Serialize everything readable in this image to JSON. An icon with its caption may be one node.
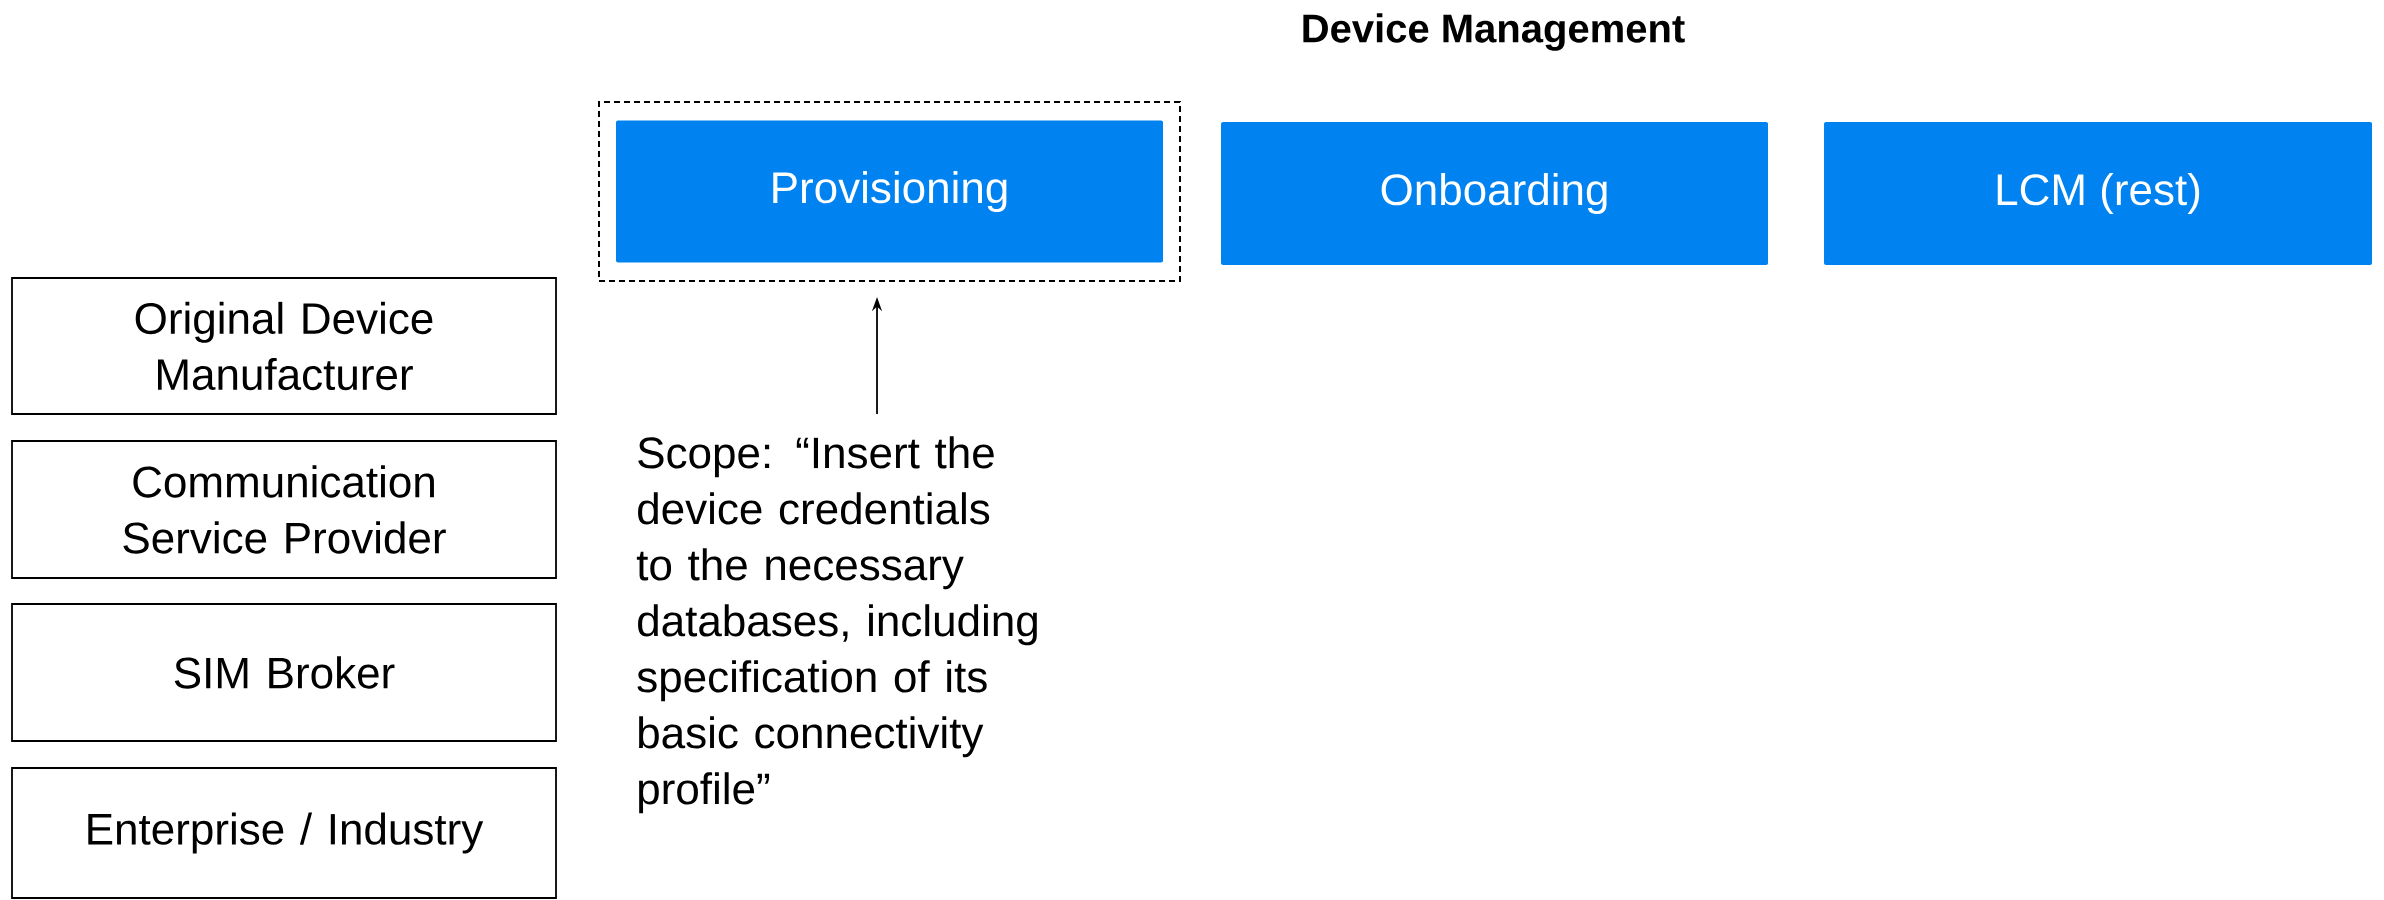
{
  "diagram": {
    "title": "Device Management",
    "nodes": [
      {
        "text": [],
        "shape": "box"
      },
      {
        "text": [
          "Provisioning"
        ],
        "in": 0
      },
      {
        "text": [
          "Onboarding"
        ]
      },
      {
        "text": [
          "LCM (rest)"
        ]
      },
      {
        "text": [
          "Original Device Manufacturer"
        ]
      },
      {
        "text": [
          "Communication Service Provider"
        ]
      },
      {
        "text": [
          "SIM Broker"
        ]
      },
      {
        "text": [
          "Enterprise / Industry"
        ]
      },
      {
        "text": [
          "Scope: “Insert the device credentials to the necessary databases, including specification of its basic connectivity profile”"
        ]
      }
    ],
    "edges": [
      {
        "from": 8,
        "to": 0,
        "arrow": "to"
      }
    ]
  }
}
